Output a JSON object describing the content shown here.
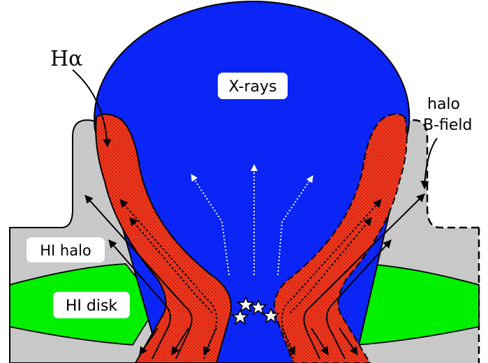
{
  "labels": {
    "xrays": "X-rays",
    "halpha": "Hα",
    "halo_bfield_line1": "halo",
    "halo_bfield_line2": "B-field",
    "hi_halo": "HI halo",
    "hi_disk": "HI disk"
  },
  "colors": {
    "xray_bubble": "#0a25f5",
    "halpha_filament": "#f2351c",
    "hi_halo": "#c8c8c8",
    "hi_disk": "#00f000",
    "outline": "#000000",
    "flow_arrows": "#ffffff",
    "background": "#ffffff"
  },
  "icons": [
    "star-icon",
    "star-icon",
    "star-icon",
    "star-icon"
  ]
}
